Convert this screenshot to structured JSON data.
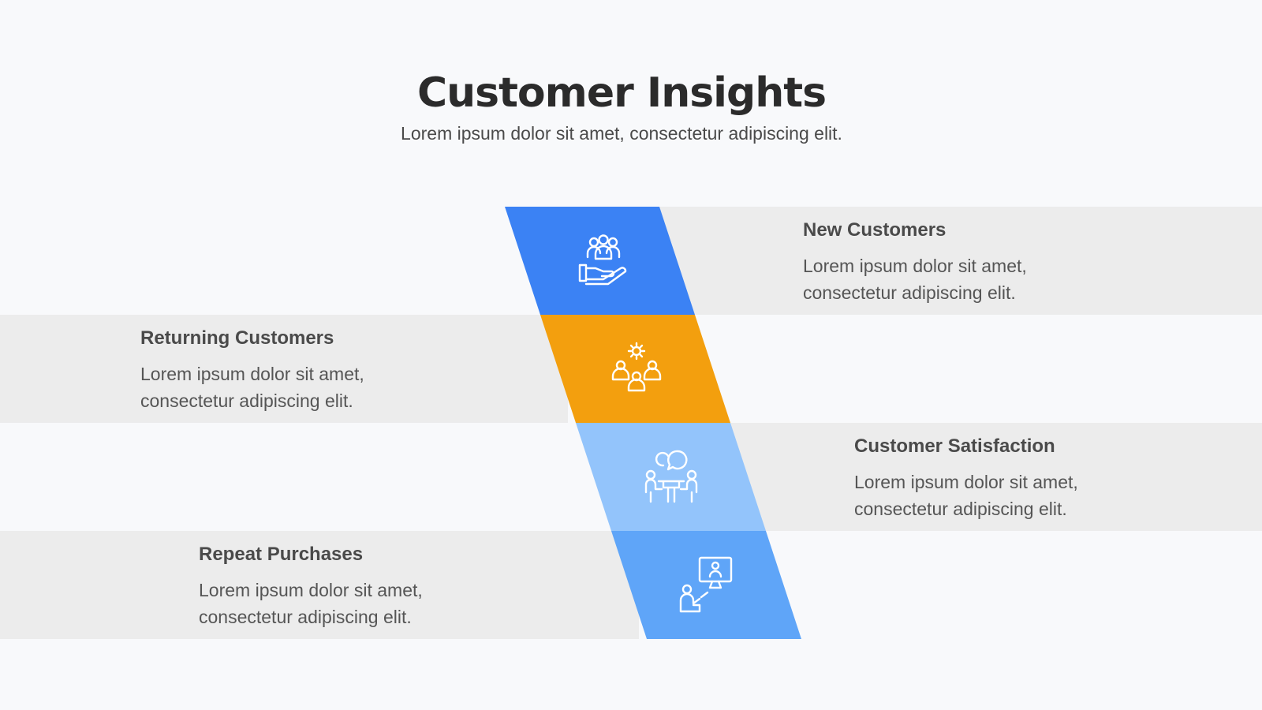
{
  "header": {
    "title": "Customer Insights",
    "subtitle": "Lorem ipsum dolor sit amet, consectetur adipiscing elit."
  },
  "colors": {
    "segment_1": "#3b82f4",
    "segment_2": "#f39f0e",
    "segment_3": "#93c4fb",
    "segment_4": "#5fa5f8",
    "band": "#ececec"
  },
  "items": [
    {
      "heading": "New Customers",
      "body_line1": "Lorem ipsum dolor sit amet,",
      "body_line2": "consectetur adipiscing elit.",
      "icon": "hand-holding-people-icon"
    },
    {
      "heading": "Returning Customers",
      "body_line1": "Lorem ipsum dolor sit amet,",
      "body_line2": "consectetur adipiscing elit.",
      "icon": "team-gear-icon"
    },
    {
      "heading": "Customer Satisfaction",
      "body_line1": "Lorem ipsum dolor sit amet,",
      "body_line2": "consectetur adipiscing elit.",
      "icon": "meeting-chat-icon"
    },
    {
      "heading": "Repeat Purchases",
      "body_line1": "Lorem ipsum dolor sit amet,",
      "body_line2": "consectetur adipiscing elit.",
      "icon": "presentation-screen-icon"
    }
  ]
}
